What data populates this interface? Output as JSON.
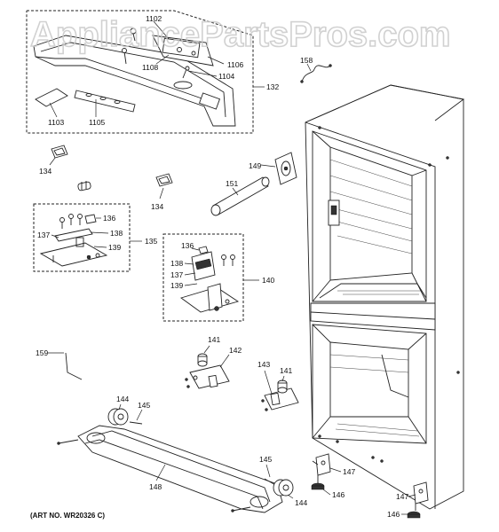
{
  "watermark": "AppliancePartsPros.com",
  "art_number": "(ART NO. WR20326 C)",
  "part_labels": {
    "p1102": "1102",
    "p1106": "1106",
    "p1108": "1108",
    "p1104": "1104",
    "p132": "132",
    "p1103": "1103",
    "p1105": "1105",
    "p158": "158",
    "p134a": "134",
    "p134b": "134",
    "p149": "149",
    "p151": "151",
    "p136a": "136",
    "p137a": "137",
    "p138a": "138",
    "p139a": "139",
    "p135": "135",
    "p136b": "136",
    "p138b": "138",
    "p137b": "137",
    "p139b": "139",
    "p140": "140",
    "p141a": "141",
    "p142": "142",
    "p143": "143",
    "p141b": "141",
    "p159": "159",
    "p144a": "144",
    "p145a": "145",
    "p148": "148",
    "p145b": "145",
    "p144b": "144",
    "p147a": "147",
    "p146a": "146",
    "p147b": "147",
    "p146b": "146"
  }
}
